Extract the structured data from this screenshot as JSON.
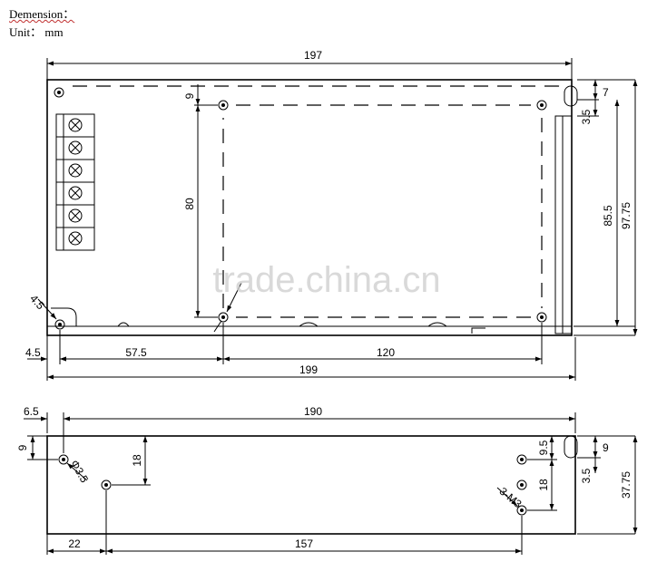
{
  "header": {
    "title": "Demension：",
    "unit": "Unit： mm"
  },
  "top_view": {
    "dims": {
      "overall_length": "197",
      "base_length": "199",
      "left_offset": "4.5",
      "hole_offset": "57.5",
      "hole_spacing": "120",
      "hole_top": "9",
      "hole_height": "80",
      "right_top": "7",
      "right_slot": "3.5",
      "inner_height": "85.5",
      "total_height": "97.75",
      "corner_hole": "4.5"
    }
  },
  "side_view": {
    "dims": {
      "left_offset": "6.5",
      "overall_length": "190",
      "left_height": "9",
      "hole_left_dia": "Φ3.5",
      "hole_height_left": "18",
      "screw_spec": "3-M3",
      "hole_9_5": "9.5",
      "hole_height_right": "18",
      "right_top": "9",
      "right_slot": "3.5",
      "total_height": "37.75",
      "bottom_left": "22",
      "bottom_span": "157"
    }
  },
  "watermark": "trade.china.cn"
}
